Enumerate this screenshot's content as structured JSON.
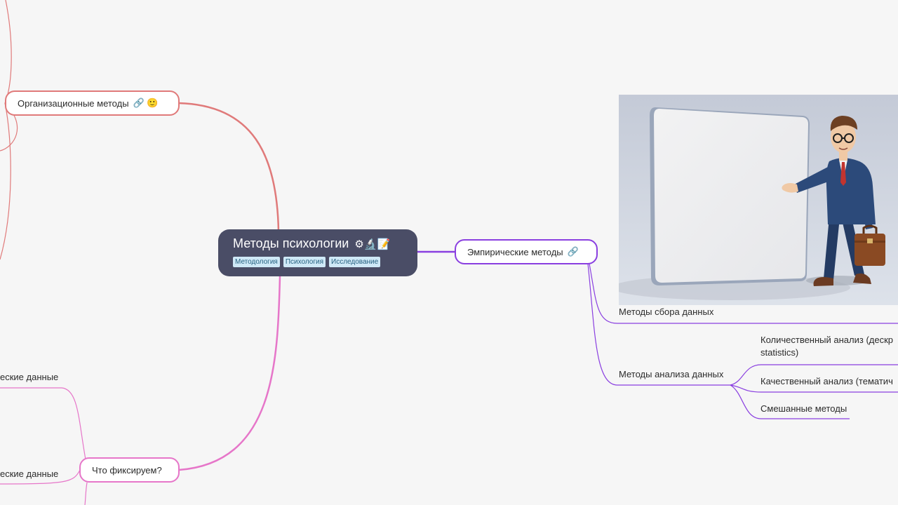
{
  "root": {
    "title": "Методы психологии",
    "icons": "⚙🔬📝",
    "tags": [
      "Методология",
      "Психология",
      "Исследование"
    ]
  },
  "branches": {
    "org": {
      "label": "Организационные методы",
      "emoji": "🔗 🙂",
      "color": "#e07a7a"
    },
    "emp": {
      "label": "Эмпирические методы",
      "emoji": "🔗",
      "color": "#8a3fe0"
    },
    "fix": {
      "label": "Что фиксируем?",
      "color": "#e676c9"
    }
  },
  "leaves": {
    "collect": "Методы сбора данных",
    "analysis": "Методы анализа данных",
    "quant": "Количественный анализ (дескр statistics)",
    "qual": "Качественный анализ (тематич",
    "mixed": "Смешанные методы",
    "fix1": "еские данные",
    "fix2": "еские данные"
  },
  "image": {
    "icon_name": "presenter-whiteboard-illustration"
  }
}
